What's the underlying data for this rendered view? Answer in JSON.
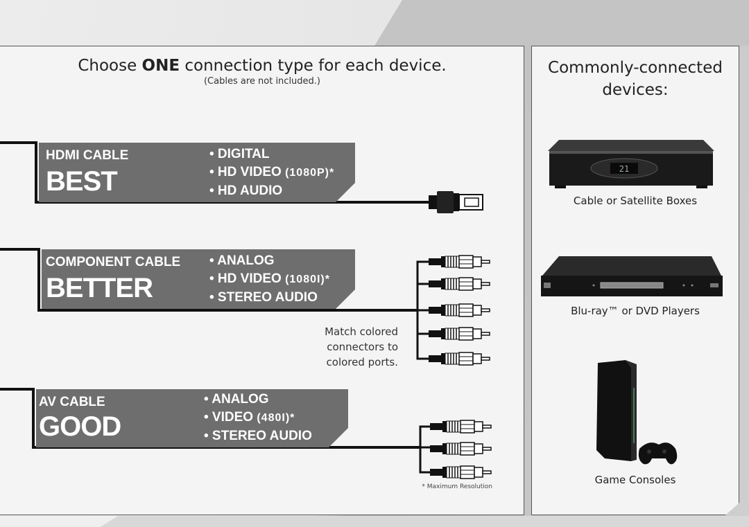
{
  "header": {
    "title_prefix": "Choose",
    "title_emphasis": "ONE",
    "title_suffix": "connection type for each device.",
    "subtitle": "(Cables are not included.)"
  },
  "tiers": [
    {
      "cable": "HDMI CABLE",
      "rank": "BEST",
      "features": [
        {
          "text": "• DIGITAL",
          "res": ""
        },
        {
          "text": "• HD VIDEO",
          "res": "(1080P)*"
        },
        {
          "text": "• HD AUDIO",
          "res": ""
        }
      ],
      "connector": "hdmi-connector-icon"
    },
    {
      "cable": "COMPONENT CABLE",
      "rank": "BETTER",
      "features": [
        {
          "text": "• ANALOG",
          "res": ""
        },
        {
          "text": "• HD VIDEO",
          "res": "(1080I)*"
        },
        {
          "text": "• STEREO AUDIO",
          "res": ""
        }
      ],
      "connector": "rca-plug-icon",
      "plug_count": 5
    },
    {
      "cable": "AV CABLE",
      "rank": "GOOD",
      "features": [
        {
          "text": "• ANALOG",
          "res": ""
        },
        {
          "text": "• VIDEO",
          "res": "(480I)*"
        },
        {
          "text": "• STEREO AUDIO",
          "res": ""
        }
      ],
      "connector": "rca-plug-icon",
      "plug_count": 3
    }
  ],
  "notes": {
    "match_line1": "Match colored",
    "match_line2": "connectors to",
    "match_line3": "colored ports.",
    "footnote": "* Maximum Resolution"
  },
  "devices_panel": {
    "title_line1": "Commonly-connected",
    "title_line2": "devices:",
    "devices": [
      {
        "caption": "Cable or Satellite Boxes",
        "icon": "set-top-box-icon",
        "display": "21"
      },
      {
        "caption": "Blu-ray™ or DVD Players",
        "icon": "blu-ray-player-icon"
      },
      {
        "caption": "Game Consoles",
        "icon": "game-console-icon"
      }
    ]
  },
  "colors": {
    "tier_box": "#6e6e6e",
    "panel_bg": "#f4f4f4",
    "wire": "#111111"
  }
}
